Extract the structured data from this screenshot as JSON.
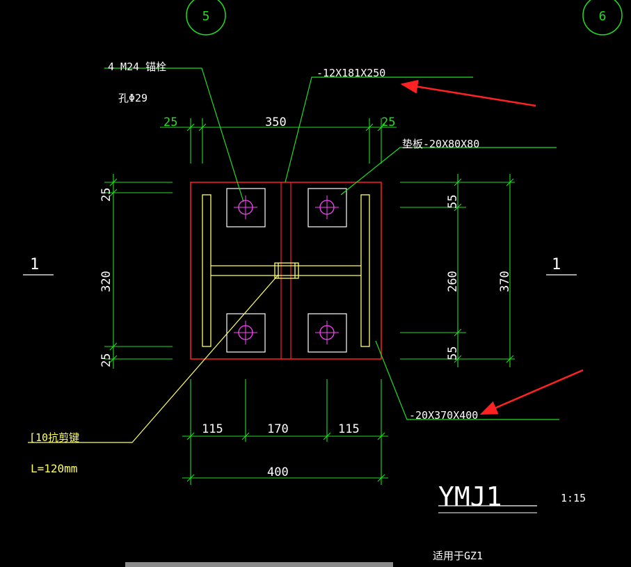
{
  "grid": {
    "left_label": "5",
    "right_label": "6"
  },
  "annotations": {
    "bolt_spec": "4 M24 锚栓",
    "hole_spec": "孔Φ29",
    "top_plate_spec": "-12X181X250",
    "washer_spec": "垫板-20X80X80",
    "base_plate_spec": "-20X370X400",
    "shear_key_spec": "[10抗剪键",
    "shear_key_length": "L=120mm"
  },
  "dimensions": {
    "top_left": "25",
    "top_mid": "350",
    "top_right": "25",
    "left_top": "25",
    "left_mid": "320",
    "left_bottom": "25",
    "right_top": "55",
    "right_mid": "260",
    "right_bottom": "55",
    "right_total": "370",
    "bottom_left": "115",
    "bottom_mid": "170",
    "bottom_right": "115",
    "bottom_total": "400"
  },
  "section_marks": {
    "left": "1",
    "right": "1"
  },
  "title_block": {
    "drawing_id": "YMJ1",
    "scale": "1:15",
    "applies_to": "适用于GZ1"
  },
  "colors": {
    "background": "#000000",
    "green": "#22dd22",
    "red": "#ff2020",
    "yellow": "#ffff66",
    "magenta": "#ff44ff",
    "white": "#ffffff",
    "arrow": "#ff2222"
  }
}
